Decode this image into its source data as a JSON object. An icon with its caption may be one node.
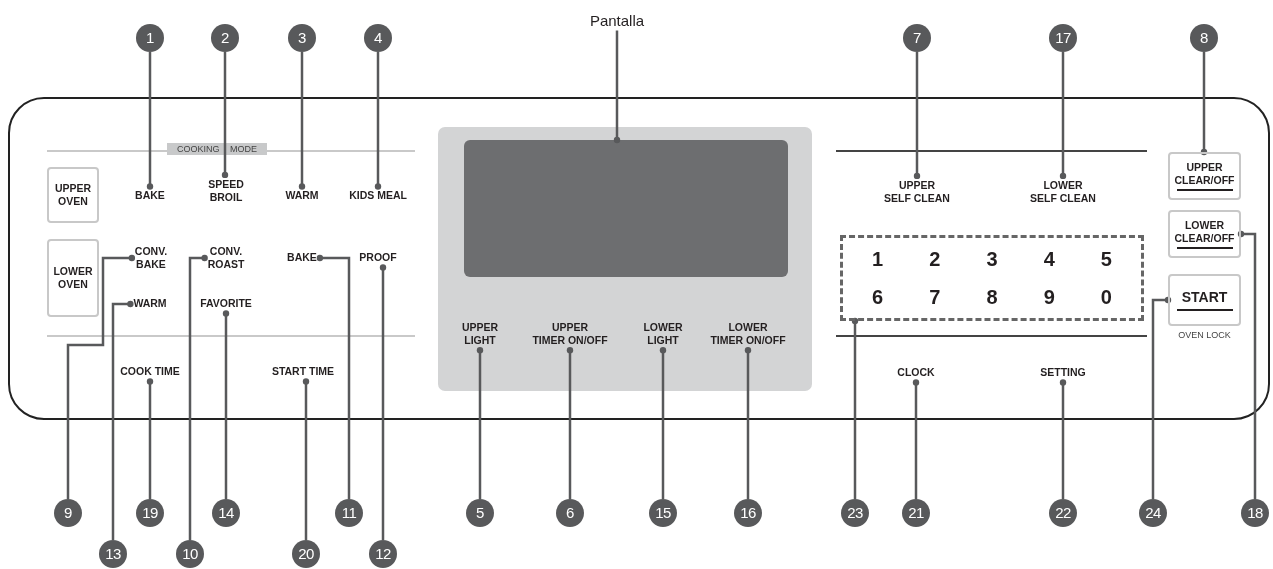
{
  "diagram": {
    "nodes": [
      {
        "text": [],
        "shape": "box"
      },
      {
        "text": [
          "1"
        ]
      },
      {
        "text": [
          "2"
        ]
      },
      {
        "text": [
          "3"
        ]
      },
      {
        "text": [
          "4"
        ]
      },
      {
        "text": [
          "Pantalla"
        ]
      },
      {
        "text": [
          "7"
        ]
      },
      {
        "text": [
          "17"
        ]
      },
      {
        "text": [
          "8"
        ]
      },
      {
        "text": [
          "UPPER OVEN"
        ],
        "in": 0
      },
      {
        "text": [
          "LOWER OVEN"
        ],
        "in": 0
      },
      {
        "text": [
          "BAKE"
        ],
        "in": 0
      },
      {
        "text": [
          "SPEED BROIL"
        ],
        "in": 0
      },
      {
        "text": [
          "WARM"
        ],
        "in": 0
      },
      {
        "text": [
          "KIDS MEAL"
        ],
        "in": 0
      },
      {
        "text": [
          "CONV. BAKE"
        ],
        "in": 0
      },
      {
        "text": [
          "CONV. ROAST"
        ],
        "in": 0
      },
      {
        "text": [
          "BAKE"
        ],
        "in": 0
      },
      {
        "text": [
          "PROOF"
        ],
        "in": 0
      },
      {
        "text": [
          "WARM"
        ],
        "in": 0
      },
      {
        "text": [
          "FAVORITE"
        ],
        "in": 0
      },
      {
        "text": [
          "COOK TIME"
        ],
        "in": 0
      },
      {
        "text": [
          "START TIME"
        ],
        "in": 0
      },
      {
        "text": [],
        "shape": "box",
        "in": 0
      },
      {
        "text": [],
        "shape": "box",
        "in": 23
      },
      {
        "text": [
          "UPPER LIGHT"
        ],
        "in": 23
      },
      {
        "text": [
          "UPPER TIMER ON/OFF"
        ],
        "in": 23
      },
      {
        "text": [
          "LOWER LIGHT"
        ],
        "in": 23
      },
      {
        "text": [
          "LOWER TIMER ON/OFF"
        ],
        "in": 23
      },
      {
        "text": [
          "UPPER SELF CLEAN"
        ],
        "in": 0
      },
      {
        "text": [
          "LOWER SELF CLEAN"
        ],
        "in": 0
      },
      {
        "text": [
          "UPPER CLEAR/OFF"
        ],
        "in": 0
      },
      {
        "text": [
          "LOWER CLEAR/OFF"
        ],
        "in": 0
      },
      {
        "text": [
          "1",
          "2",
          "3",
          "4",
          "5",
          "6",
          "7",
          "8",
          "9",
          "0"
        ],
        "in": 0
      },
      {
        "text": [
          "START"
        ],
        "beside": [
          "OVEN LOCK"
        ],
        "in": 0
      },
      {
        "text": [
          "CLOCK"
        ],
        "in": 0
      },
      {
        "text": [
          "SETTING"
        ],
        "in": 0
      },
      {
        "text": [
          "9"
        ]
      },
      {
        "text": [
          "19"
        ]
      },
      {
        "text": [
          "14"
        ]
      },
      {
        "text": [
          "11"
        ]
      },
      {
        "text": [
          "5"
        ]
      },
      {
        "text": [
          "6"
        ]
      },
      {
        "text": [
          "15"
        ]
      },
      {
        "text": [
          "16"
        ]
      },
      {
        "text": [
          "23"
        ]
      },
      {
        "text": [
          "21"
        ]
      },
      {
        "text": [
          "22"
        ]
      },
      {
        "text": [
          "24"
        ]
      },
      {
        "text": [
          "18"
        ]
      },
      {
        "text": [
          "13"
        ]
      },
      {
        "text": [
          "10"
        ]
      },
      {
        "text": [
          "20"
        ]
      },
      {
        "text": [
          "12"
        ]
      }
    ],
    "edges": [
      {
        "from": 1,
        "to": 11,
        "arrow": "other"
      },
      {
        "from": 2,
        "to": 12,
        "arrow": "other"
      },
      {
        "from": 3,
        "to": 13,
        "arrow": "other"
      },
      {
        "from": 4,
        "to": 14,
        "arrow": "other"
      },
      {
        "from": 5,
        "to": 24,
        "arrow": "other"
      },
      {
        "from": 6,
        "to": 29,
        "arrow": "other"
      },
      {
        "from": 7,
        "to": 30,
        "arrow": "other"
      },
      {
        "from": 8,
        "to": 31,
        "arrow": "other"
      },
      {
        "from": 37,
        "to": 15,
        "arrow": "other"
      },
      {
        "from": 38,
        "to": 21,
        "arrow": "other"
      },
      {
        "from": 39,
        "to": 20,
        "arrow": "other"
      },
      {
        "from": 40,
        "to": 17,
        "arrow": "other"
      },
      {
        "from": 41,
        "to": 25,
        "arrow": "other"
      },
      {
        "from": 42,
        "to": 26,
        "arrow": "other"
      },
      {
        "from": 43,
        "to": 27,
        "arrow": "other"
      },
      {
        "from": 44,
        "to": 28,
        "arrow": "other"
      },
      {
        "from": 45,
        "to": 33,
        "arrow": "other"
      },
      {
        "from": 46,
        "to": 35,
        "arrow": "other"
      },
      {
        "from": 47,
        "to": 36,
        "arrow": "other"
      },
      {
        "from": 48,
        "to": 34,
        "arrow": "other"
      },
      {
        "from": 49,
        "to": 32,
        "arrow": "other"
      },
      {
        "from": 50,
        "to": 19,
        "arrow": "other"
      },
      {
        "from": 51,
        "to": 16,
        "arrow": "other"
      },
      {
        "from": 52,
        "to": 22,
        "arrow": "other"
      },
      {
        "from": 53,
        "to": 18,
        "arrow": "other"
      }
    ],
    "labels": [
      "COOKING MODE"
    ]
  }
}
